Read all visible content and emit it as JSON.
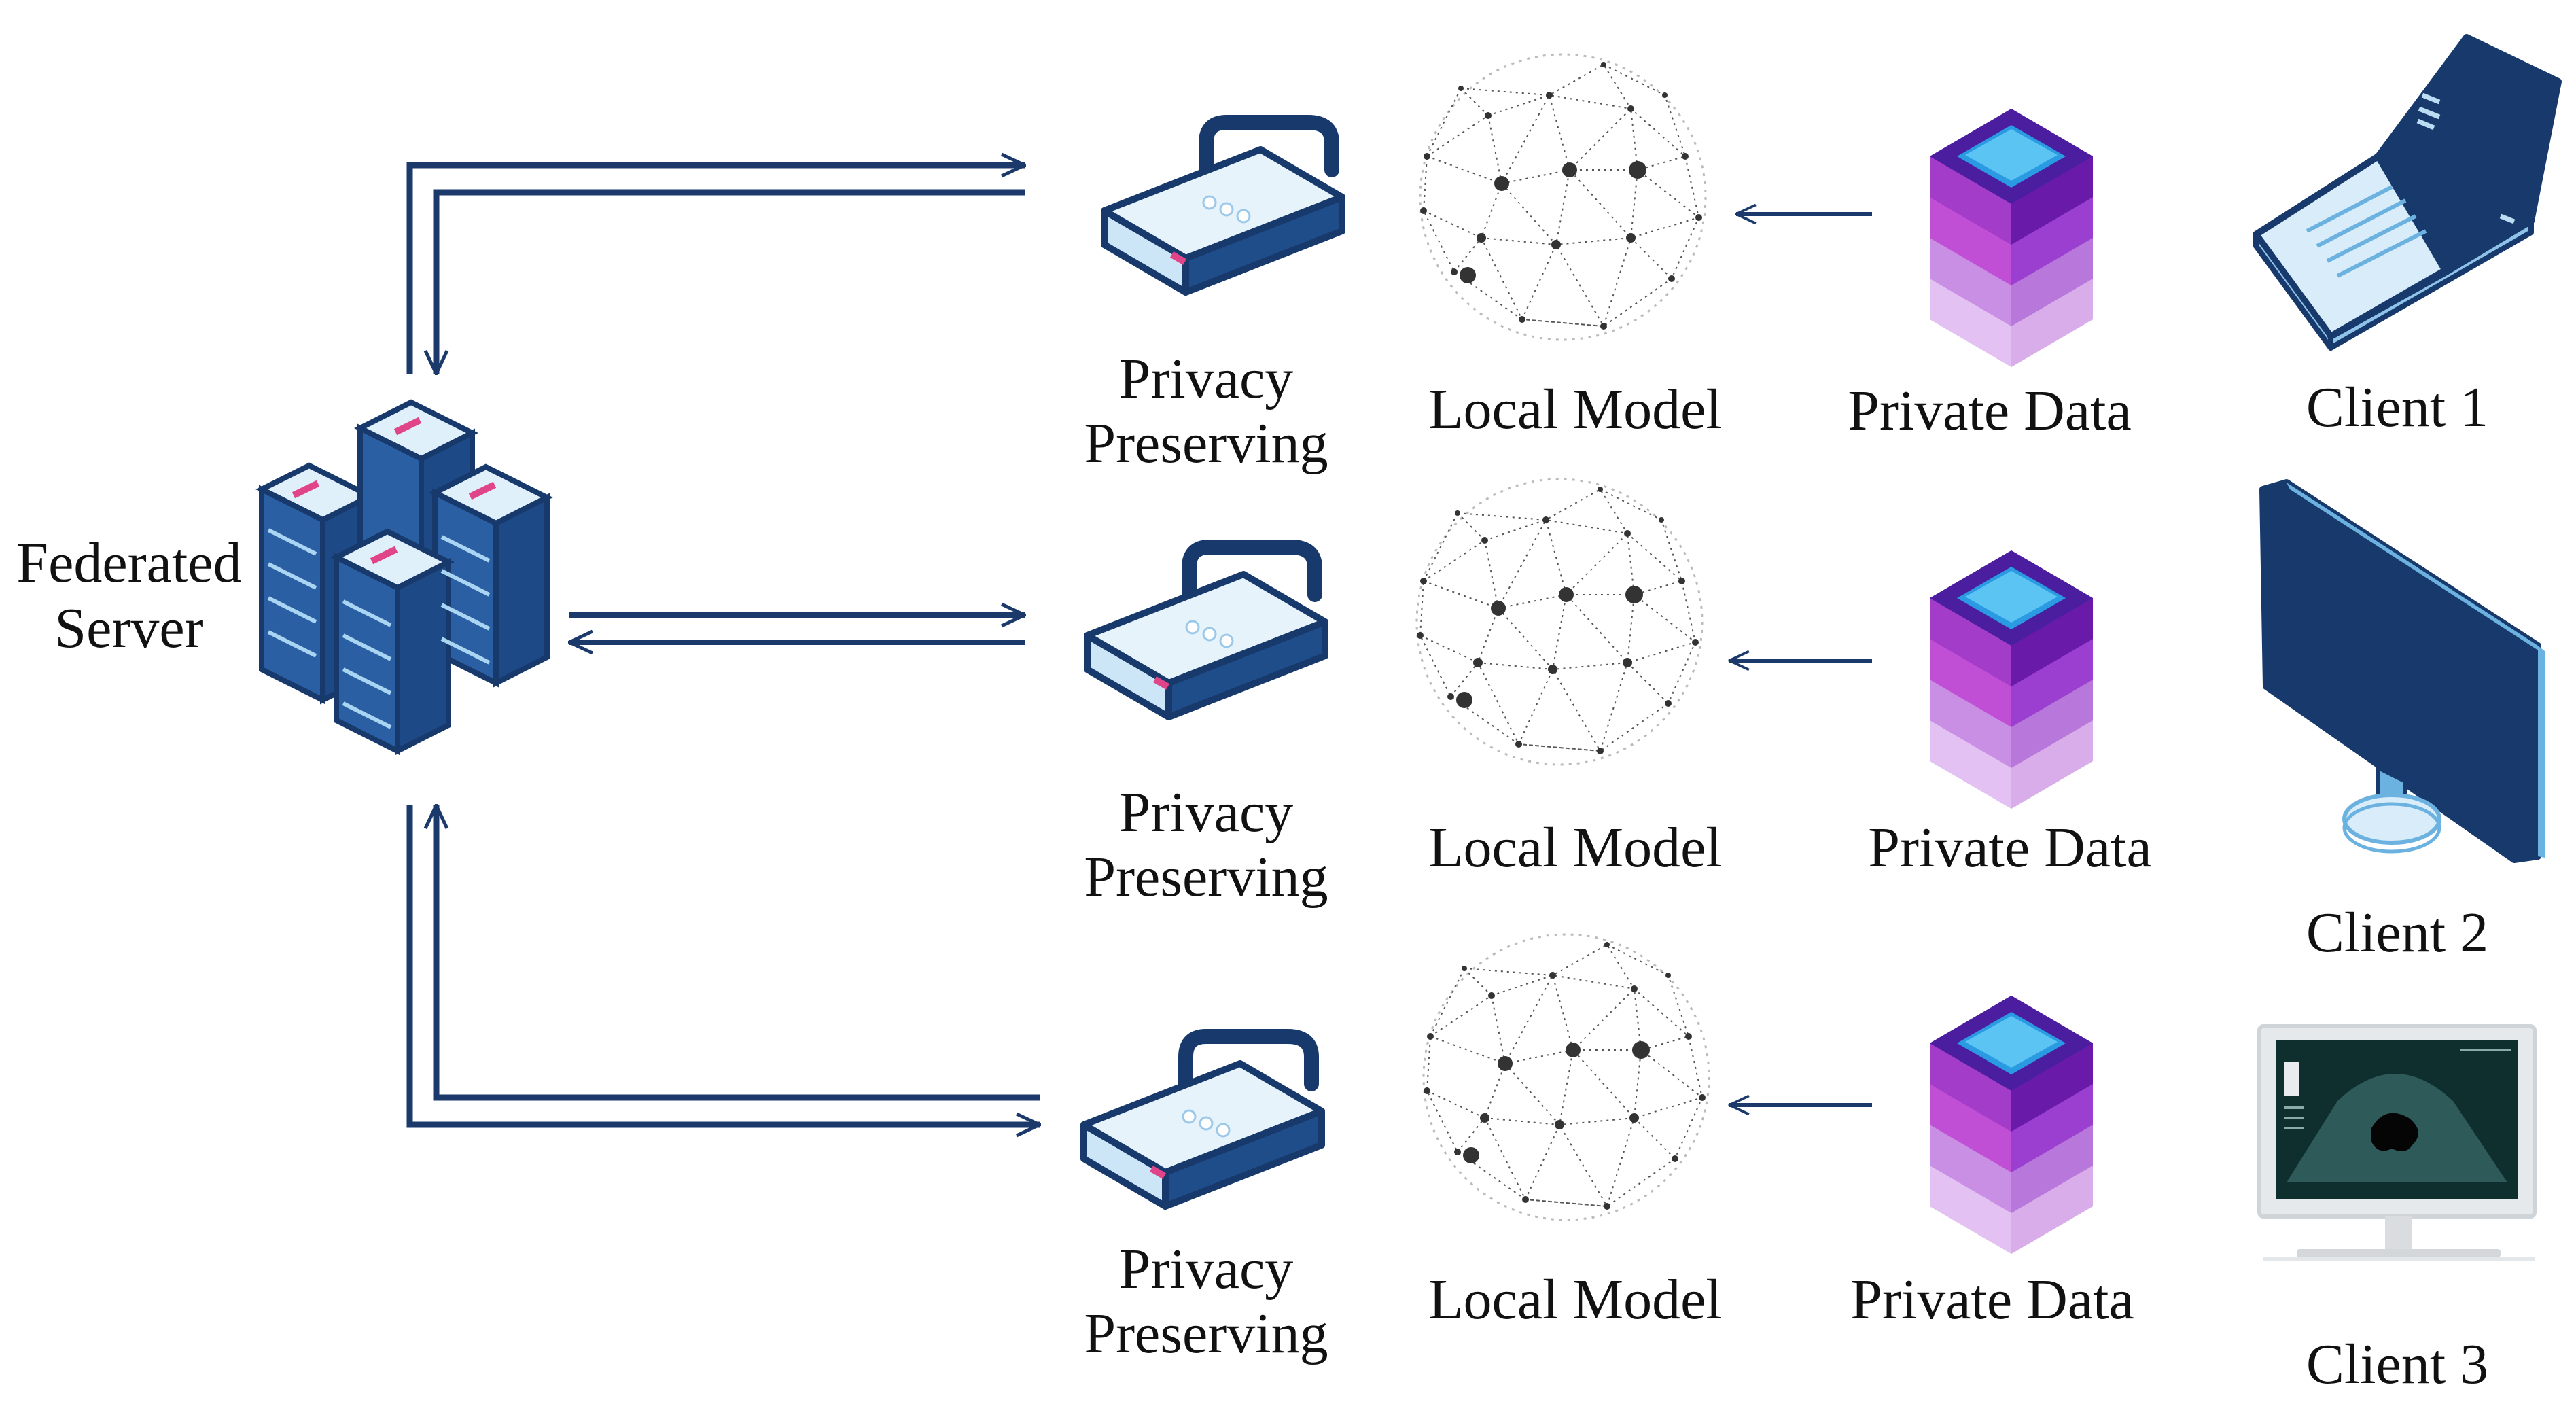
{
  "server": {
    "label_line1": "Federated",
    "label_line2": "Server"
  },
  "rows": [
    {
      "privacy_line1": "Privacy",
      "privacy_line2": "Preserving",
      "model_label": "Local Model",
      "data_label": "Private Data",
      "client_label": "Client 1",
      "client_device": "laptop-icon"
    },
    {
      "privacy_line1": "Privacy",
      "privacy_line2": "Preserving",
      "model_label": "Local Model",
      "data_label": "Private Data",
      "client_label": "Client 2",
      "client_device": "monitor-icon"
    },
    {
      "privacy_line1": "Privacy",
      "privacy_line2": "Preserving",
      "model_label": "Local Model",
      "data_label": "Private Data",
      "client_label": "Client 3",
      "client_device": "ultrasound-monitor-icon"
    }
  ],
  "colors": {
    "arrow": "#1b3a6b",
    "navy": "#17396b",
    "light_blue": "#cde8f8",
    "mid_blue": "#6cb2e0",
    "purple": "#7a1fb8",
    "magenta": "#c04fd6",
    "violet": "#d6a7ea",
    "network": "#333333"
  }
}
